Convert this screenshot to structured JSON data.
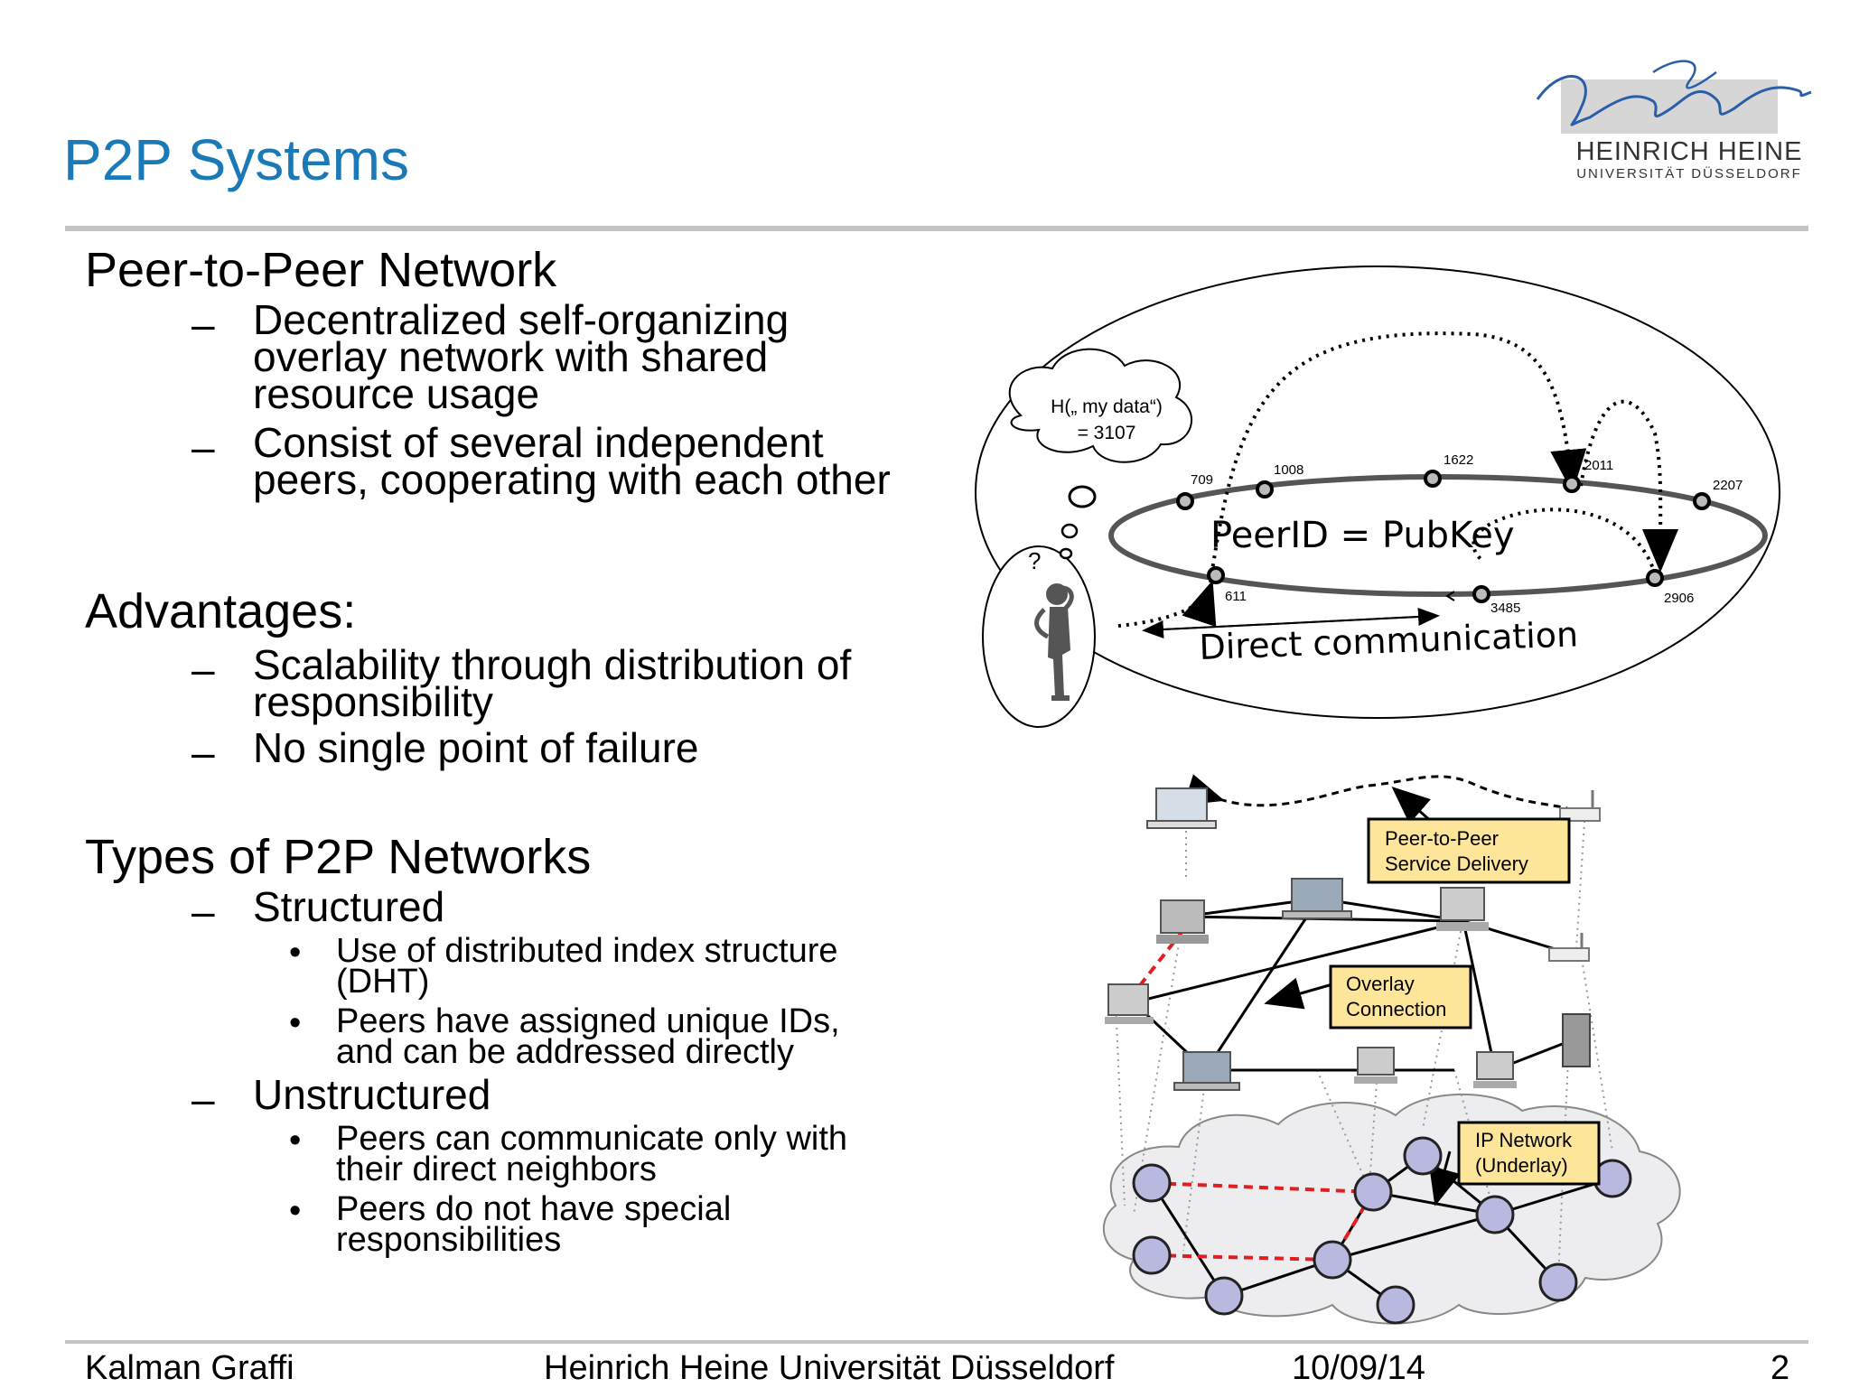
{
  "slide": {
    "title": "P2P Systems",
    "logo": {
      "name": "HEINRICH HEINE",
      "sub": "UNIVERSITÄT DÜSSELDORF"
    },
    "sections": [
      {
        "heading": "Peer-to-Peer Network",
        "bullets": [
          "Decentralized self-organizing overlay network with shared resource usage",
          "Consist of several independent peers, cooperating with each other"
        ]
      },
      {
        "heading": "Advantages:",
        "bullets": [
          "Scalability through distribution of responsibility",
          "No single point of failure"
        ]
      },
      {
        "heading": "Types of P2P Networks",
        "items": [
          {
            "label": "Structured",
            "subbullets": [
              "Use of distributed index structure (DHT)",
              "Peers have assigned unique IDs, and can be addressed directly"
            ]
          },
          {
            "label": "Unstructured",
            "subbullets": [
              "Peers can communicate only with their direct neighbors",
              "Peers do not have special responsibilities"
            ]
          }
        ]
      }
    ],
    "footer": {
      "author": "Kalman Graffi",
      "university": "Heinrich Heine Universität Düsseldorf",
      "date": "10/09/14",
      "page": "2"
    }
  },
  "diagram_ring": {
    "thought_line1": "H(„ my data“)",
    "thought_line2": "= 3107",
    "ring_label": "PeerID = PubKey",
    "direct_label": "Direct communication",
    "node_ids": [
      "709",
      "1008",
      "1622",
      "2011",
      "2207",
      "611",
      "3485",
      "2906"
    ]
  },
  "diagram_network": {
    "label_service": [
      "Peer-to-Peer",
      "Service Delivery"
    ],
    "label_overlay": [
      "Overlay",
      "Connection"
    ],
    "label_ip": [
      "IP Network",
      "(Underlay)"
    ]
  }
}
